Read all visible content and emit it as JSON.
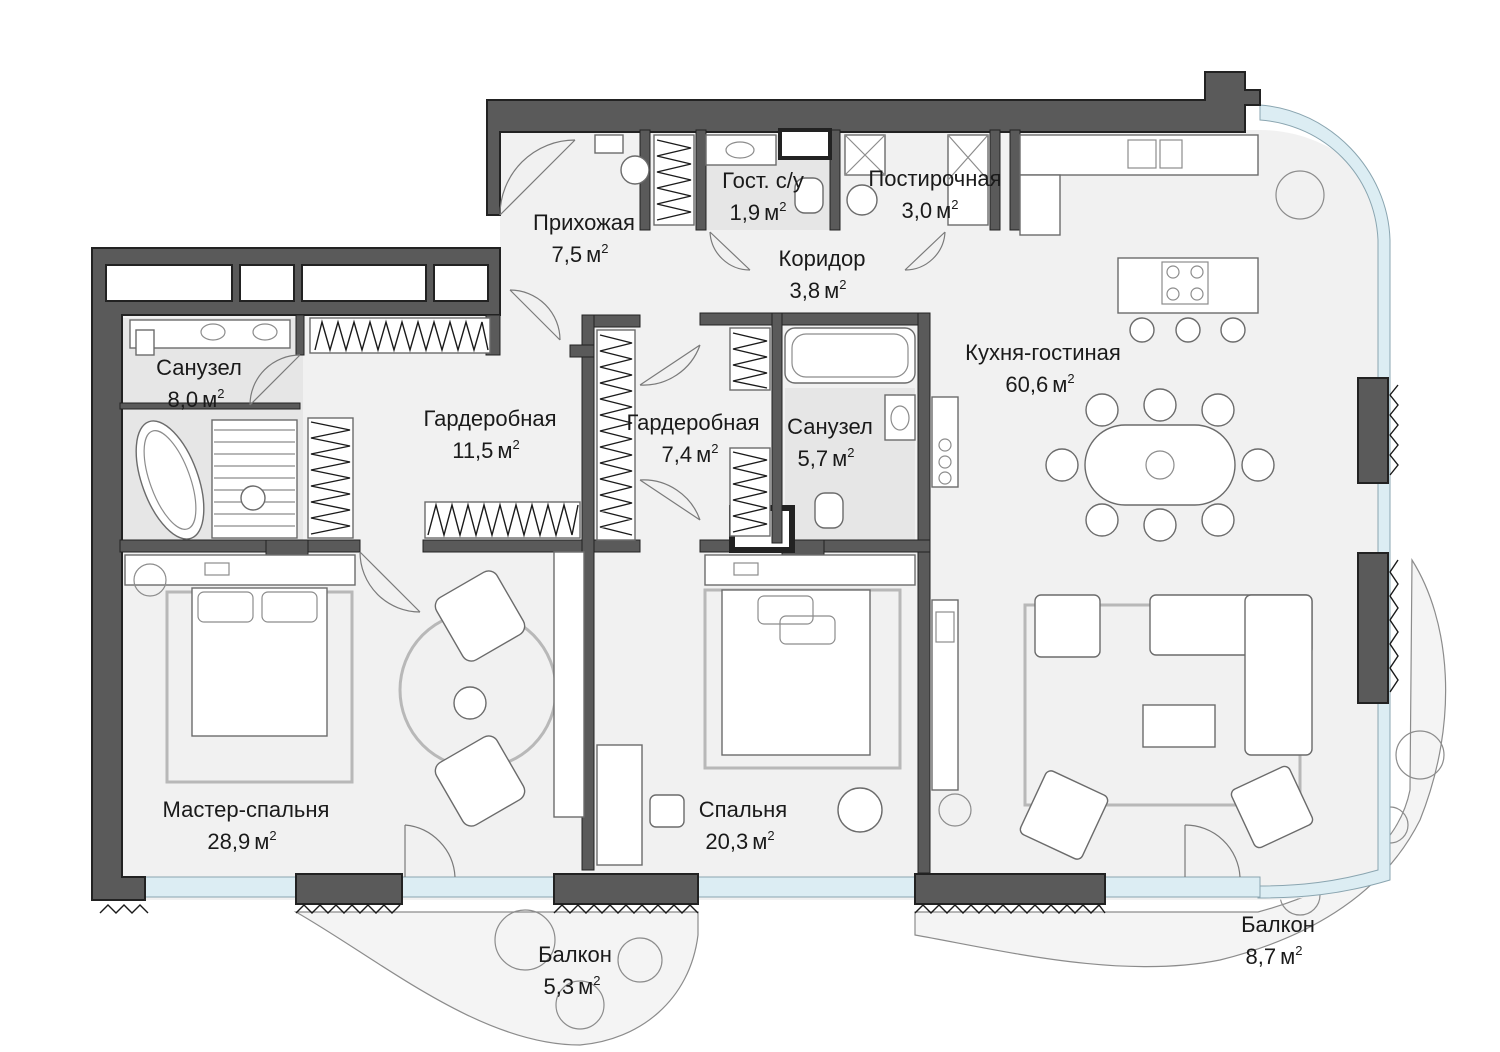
{
  "plan": {
    "area_unit": "м",
    "area_unit_power": "2",
    "rooms": [
      {
        "id": "hallway",
        "name": "Прихожая",
        "area": "7,5"
      },
      {
        "id": "guest-wc",
        "name": "Гост. с/у",
        "area": "1,9"
      },
      {
        "id": "laundry",
        "name": "Постирочная",
        "area": "3,0"
      },
      {
        "id": "corridor",
        "name": "Коридор",
        "area": "3,8"
      },
      {
        "id": "kitchen-living",
        "name": "Кухня-гостиная",
        "area": "60,6"
      },
      {
        "id": "bathroom-1",
        "name": "Санузел",
        "area": "8,0"
      },
      {
        "id": "wardrobe-1",
        "name": "Гардеробная",
        "area": "11,5"
      },
      {
        "id": "wardrobe-2",
        "name": "Гардеробная",
        "area": "7,4"
      },
      {
        "id": "bathroom-2",
        "name": "Санузел",
        "area": "5,7"
      },
      {
        "id": "master-bedroom",
        "name": "Мастер-спальня",
        "area": "28,9"
      },
      {
        "id": "bedroom",
        "name": "Спальня",
        "area": "20,3"
      },
      {
        "id": "balcony-1",
        "name": "Балкон",
        "area": "5,3"
      },
      {
        "id": "balcony-2",
        "name": "Балкон",
        "area": "8,7"
      }
    ]
  }
}
